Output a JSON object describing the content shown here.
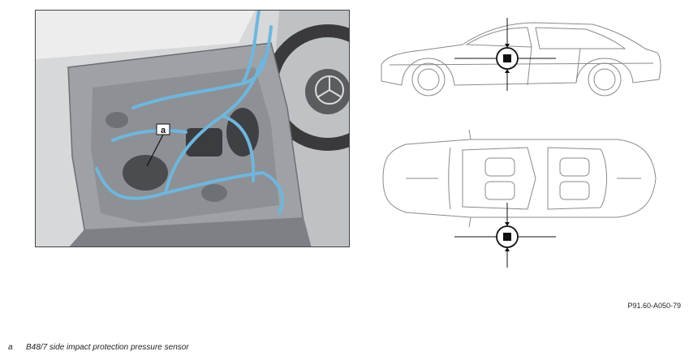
{
  "photo": {
    "callout_label": "a"
  },
  "figure": {
    "reference": "P91.60-A050-79"
  },
  "legend": {
    "items": [
      {
        "key": "a",
        "text": "B48/7 side impact protection pressure sensor"
      }
    ]
  },
  "colors": {
    "wiring": "#6fb6dd",
    "outline": "#8a8a8a",
    "marker": "#111111"
  }
}
